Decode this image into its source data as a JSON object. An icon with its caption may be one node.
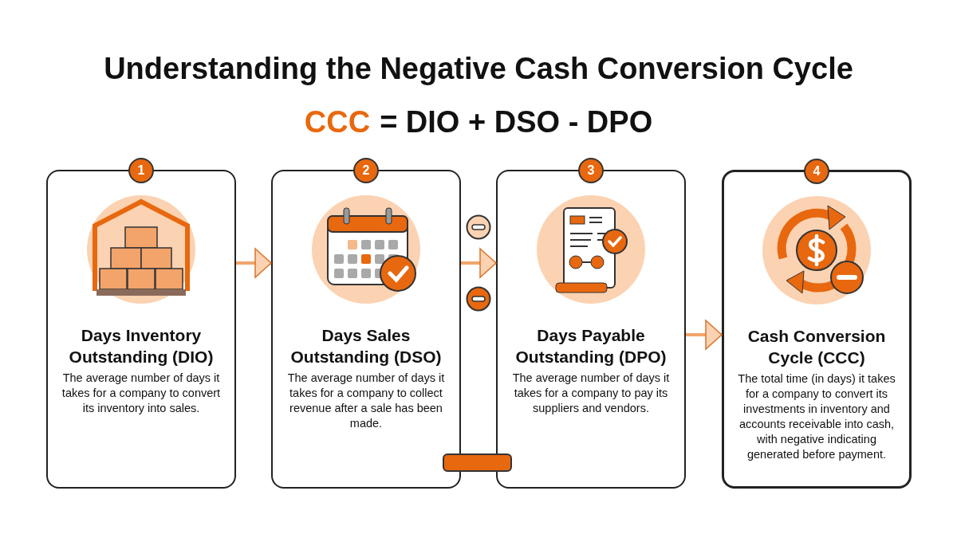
{
  "diagram": {
    "title": "Understanding the Negative Cash Conversion Cycle",
    "nodes": [
      {
        "text": [
          "1",
          "Days Inventory Outstanding (DIO)",
          "The average number of days it takes for a company to convert its inventory into sales."
        ]
      },
      {
        "text": [
          "2",
          "Days Sales Outstanding (DSO)",
          "The average number of days it takes for a company to collect revenue after a sale has been made."
        ]
      },
      {
        "text": [
          "3",
          "Days Payable Outstanding (DPO)",
          "The average number of days it takes for a company to pay its suppliers and vendors."
        ]
      },
      {
        "text": [
          "4",
          "Cash Conversion Cycle (CCC)",
          "The total time (in days) it takes for a company to convert its investments in inventory and accounts receivable into cash, with negative indicating generated before payment."
        ]
      }
    ],
    "edges": [
      {
        "from": 0,
        "to": 1,
        "arrow": "to"
      },
      {
        "from": 1,
        "to": 2,
        "arrow": "to"
      },
      {
        "from": 2,
        "to": 3,
        "arrow": "to"
      }
    ],
    "labels": [
      "CCC",
      "= DIO + DSO - DPO"
    ]
  }
}
